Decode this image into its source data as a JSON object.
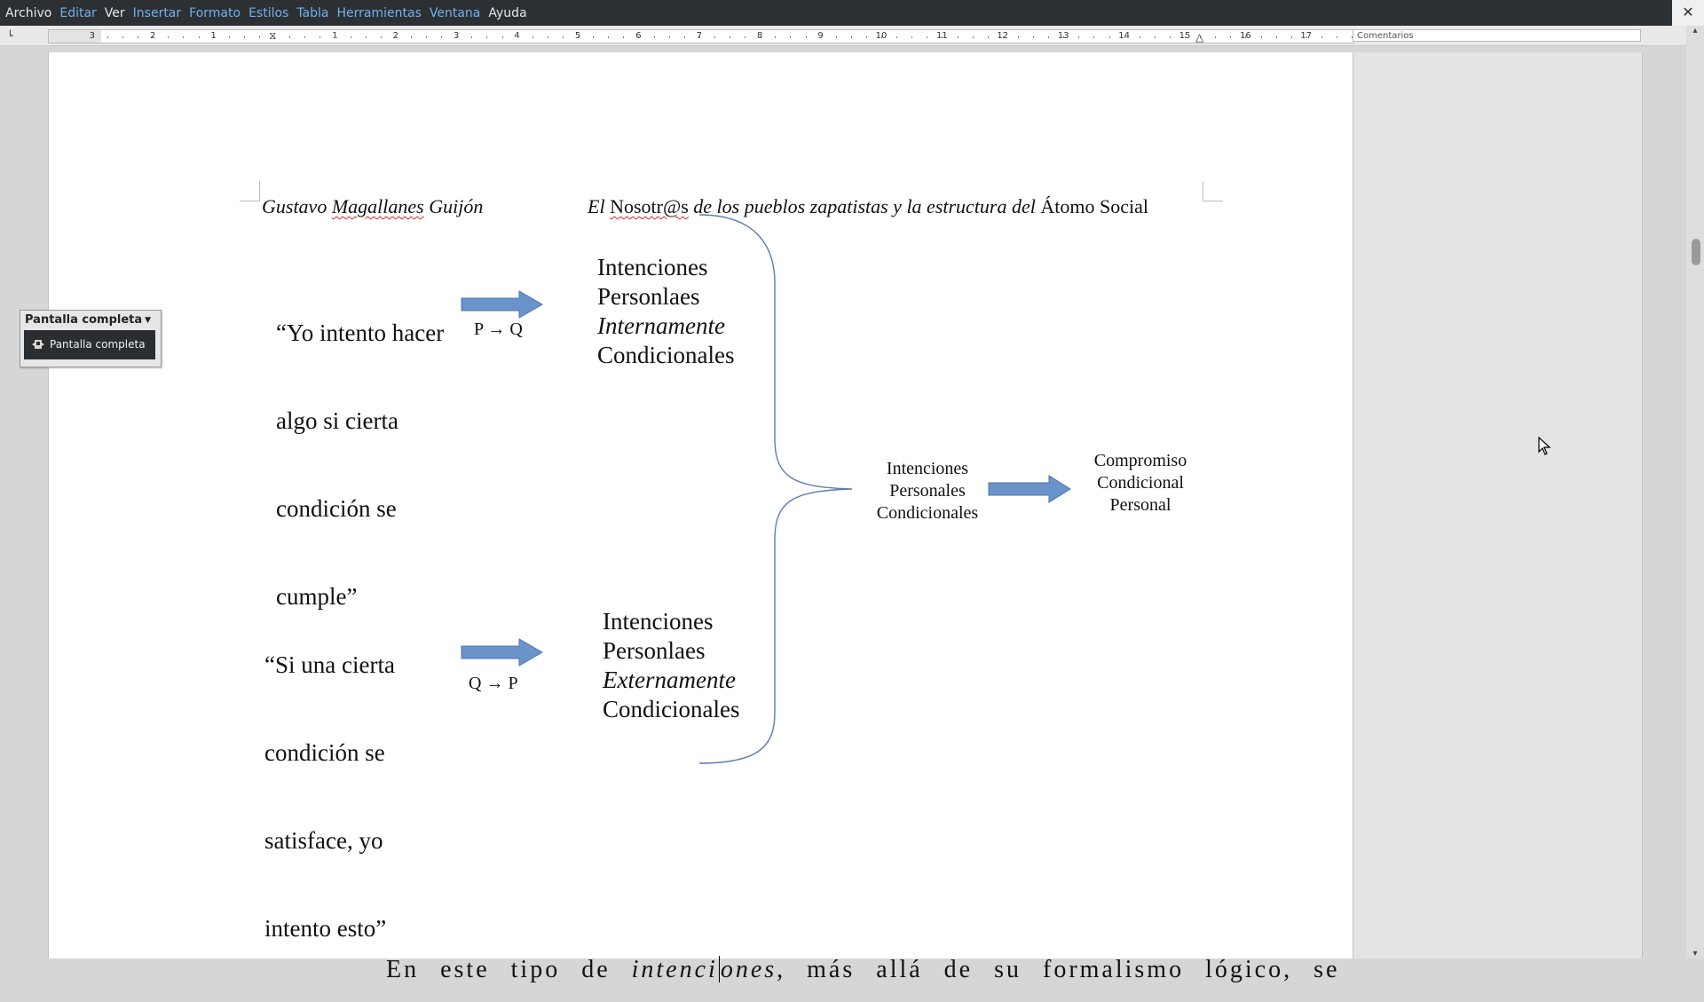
{
  "menu": {
    "items": [
      {
        "label": "Archivo",
        "highlight": false
      },
      {
        "label": "Editar",
        "highlight": true
      },
      {
        "label": "Ver",
        "highlight": false
      },
      {
        "label": "Insertar",
        "highlight": true
      },
      {
        "label": "Formato",
        "highlight": true
      },
      {
        "label": "Estilos",
        "highlight": true
      },
      {
        "label": "Tabla",
        "highlight": true
      },
      {
        "label": "Herramientas",
        "highlight": true
      },
      {
        "label": "Ventana",
        "highlight": true
      },
      {
        "label": "Ayuda",
        "highlight": false
      }
    ],
    "close_icon": "close-icon"
  },
  "ruler": {
    "left_numbers": [
      "3",
      "2",
      "1"
    ],
    "right_numbers": [
      "1",
      "2",
      "3",
      "4",
      "5",
      "6",
      "7",
      "8",
      "9",
      "10",
      "11",
      "12",
      "13",
      "14",
      "15",
      "16",
      "17"
    ],
    "comments_label": "Comentarios",
    "tab_stop_icon": "tab-left-icon"
  },
  "header": {
    "author_first": "Gustavo ",
    "author_last": "Magallanes",
    "author_rest": " Guijón",
    "title_pre": "El ",
    "title_spell": "Nosotr@s",
    "title_mid": " de los pueblos zapatistas y la estructura del ",
    "title_end": "Átomo Social"
  },
  "diagram": {
    "quote_top": [
      "“Yo intento hacer",
      "algo si cierta",
      "condición se",
      " cumple”"
    ],
    "logic_top": "P → Q",
    "block_top": [
      "Intenciones",
      "Personlaes",
      "Internamente",
      "Condicionales"
    ],
    "quote_bottom": [
      "“Si una cierta",
      "condición se",
      "satisface, yo",
      "intento esto”"
    ],
    "logic_bottom": "Q → P",
    "block_bottom": [
      "Intenciones",
      "Personlaes",
      "Externamente",
      "Condicionales"
    ],
    "merge_block": [
      "Intenciones",
      "Personales",
      "Condicionales"
    ],
    "result_block": [
      "Compromiso",
      "Condicional",
      "Personal"
    ],
    "arrow_color": "#6a93c9",
    "brace_color": "#5b7fae"
  },
  "body": {
    "text_pre": "En este tipo de ",
    "text_italic_a": "intenci",
    "text_italic_b": "ones",
    "text_post": ", más allá de su formalismo lógico, se"
  },
  "fullscreen_toolbar": {
    "title": "Pantalla completa",
    "button_label": "Pantalla completa",
    "icon": "fullscreen-icon"
  },
  "scrollbar": {
    "up_icon": "scroll-up-icon",
    "down_icon": "scroll-down-icon"
  }
}
